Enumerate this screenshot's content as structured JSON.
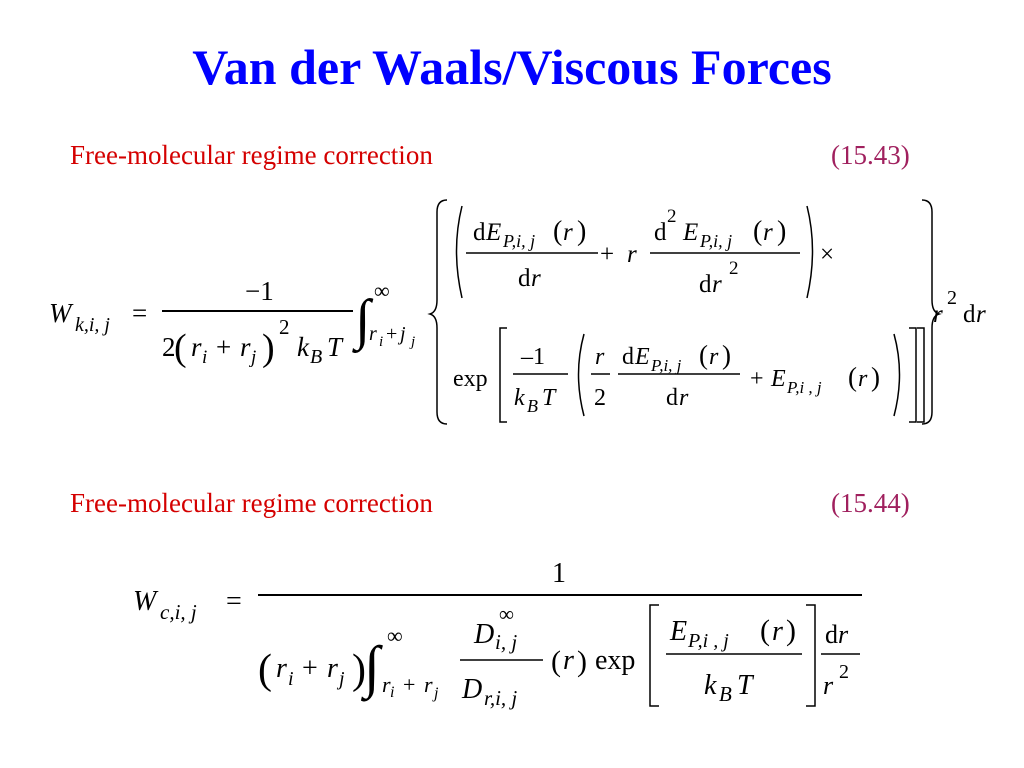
{
  "title": "Van der Waals/Viscous Forces",
  "colors": {
    "title": "#0000ff",
    "label": "#d40000",
    "eq_number": "#a0205e",
    "text": "#000000"
  },
  "equations": [
    {
      "label": "Free-molecular regime correction",
      "number": "(15.43)",
      "lhs": {
        "main": "W",
        "sub": "k,i, j",
        "eq": "="
      },
      "prefactor": {
        "numerator": "−1",
        "denominator": {
          "two": "2",
          "r": "r",
          "i": "i",
          "plus": "+",
          "j": "j",
          "power": "2",
          "k": "k",
          "B": "B",
          "T": "T"
        }
      },
      "integral": {
        "upper": "∞",
        "lower": "r",
        "lower_sub_i": "i",
        "lower_plus": "+",
        "lower_sub_j": "j"
      },
      "row1": {
        "d": "d",
        "E": "E",
        "sub": "P,i, j",
        "arg_open": "(",
        "arg_r": "r",
        "arg_close": ")",
        "den_d": "d",
        "den_r": "r",
        "plus": "+",
        "r": "r",
        "d2": "d",
        "d2_pow": "2",
        "E2": "E",
        "sub2": "P,i, j",
        "arg2_r": "r",
        "den2_d": "d",
        "den2_r": "r",
        "den2_pow": "2",
        "times": "×"
      },
      "row2": {
        "exp": "exp",
        "num": "–1",
        "k": "k",
        "B": "B",
        "T": "T",
        "half_num": "r",
        "half_den": "2",
        "d": "d",
        "E": "E",
        "sub": "P,i, j",
        "arg_r": "r",
        "den_d": "d",
        "den_r": "r",
        "plus": "+",
        "E2": "E",
        "sub2": "P,i , j",
        "arg2_r": "r"
      },
      "tail": {
        "r": "r",
        "pow": "2",
        "d": "d",
        "dr": "r"
      }
    },
    {
      "label": "Free-molecular regime correction",
      "number": "(15.44)",
      "lhs": {
        "main": "W",
        "sub": "c,i, j",
        "eq": "="
      },
      "numerator": "1",
      "denominator": {
        "r": "r",
        "i": "i",
        "plus": "+",
        "j": "j",
        "int_upper": "∞",
        "int_lower_r": "r",
        "int_lower_i": "i",
        "int_lower_plus": "+",
        "int_lower_j": "j",
        "D": "D",
        "D_sup": "∞",
        "D_sub": "i, j",
        "D2": "D",
        "D2_sub": "r,i, j",
        "arg_r": "r",
        "exp": "exp",
        "E": "E",
        "E_sub": "P,i , j",
        "E_arg_r": "r",
        "k": "k",
        "B": "B",
        "T": "T",
        "dr_d": "d",
        "dr_r": "r",
        "r2": "r",
        "r2_pow": "2"
      }
    }
  ]
}
